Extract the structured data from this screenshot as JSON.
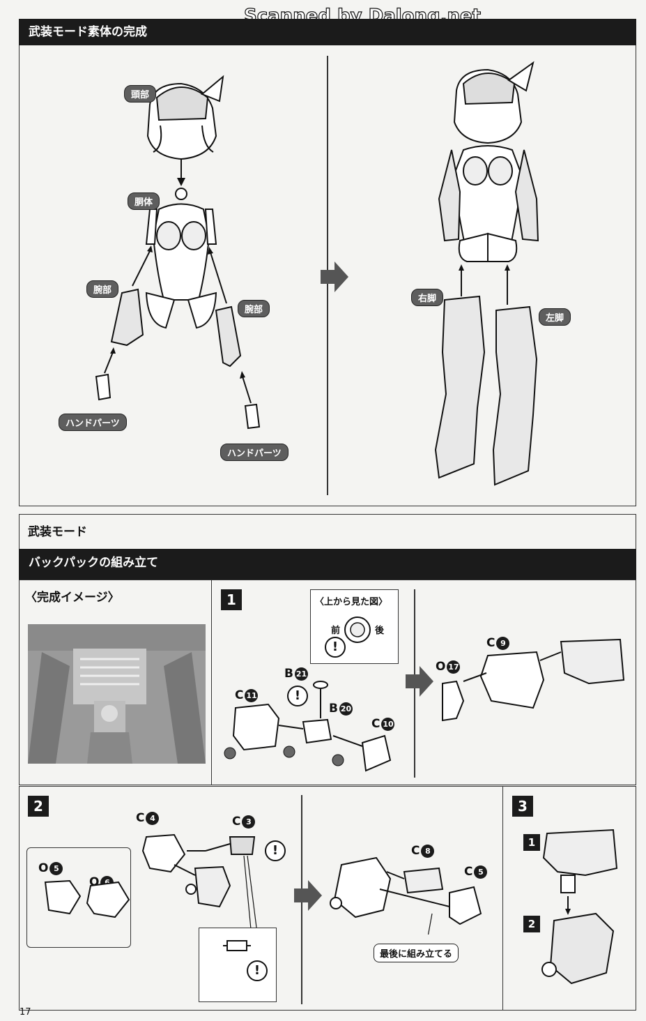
{
  "watermark": "Scanned by Dalong.net",
  "section1": {
    "title": "武装モード素体の完成",
    "labels": {
      "head": "頭部",
      "torso": "胴体",
      "arm_left": "腕部",
      "arm_right": "腕部",
      "hand_left": "ハンドパーツ",
      "hand_right": "ハンドパーツ",
      "leg_right": "右脚",
      "leg_left": "左脚"
    }
  },
  "section2": {
    "title": "武装モード",
    "subtitle": "バックパックの組み立て",
    "preview_title": "〈完成イメージ〉"
  },
  "step1": {
    "number": "1",
    "topview_title": "〈上から見た図〉",
    "front": "前",
    "back": "後",
    "parts": {
      "b21": {
        "letter": "B",
        "num": "21"
      },
      "c11": {
        "letter": "C",
        "num": "11"
      },
      "b20": {
        "letter": "B",
        "num": "20"
      },
      "c10": {
        "letter": "C",
        "num": "10"
      },
      "c9": {
        "letter": "C",
        "num": "9"
      },
      "o17": {
        "letter": "O",
        "num": "17"
      }
    }
  },
  "step2": {
    "number": "2",
    "parts": {
      "c4": {
        "letter": "C",
        "num": "4"
      },
      "c3": {
        "letter": "C",
        "num": "3"
      },
      "o5": {
        "letter": "O",
        "num": "5"
      },
      "o6": {
        "letter": "O",
        "num": "6"
      },
      "c8": {
        "letter": "C",
        "num": "8"
      },
      "c5": {
        "letter": "C",
        "num": "5"
      }
    },
    "note": "最後に組み立てる"
  },
  "step3": {
    "number": "3",
    "sub1": "1",
    "sub2": "2"
  },
  "warning_symbol": "!",
  "page_number": "17"
}
